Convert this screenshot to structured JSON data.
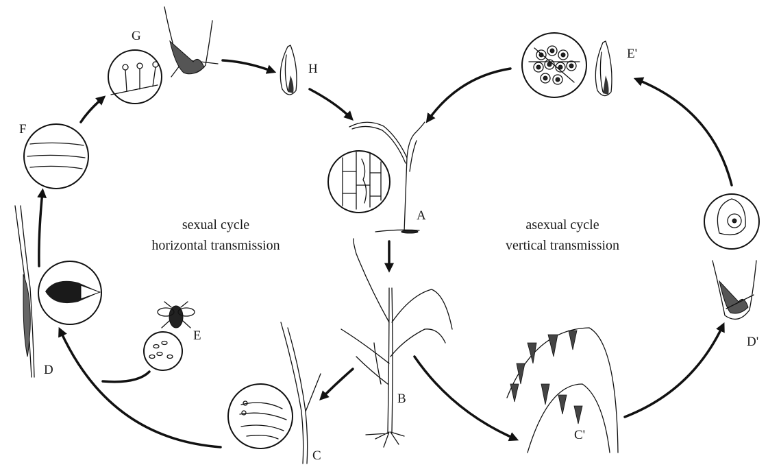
{
  "labels": {
    "A": "A",
    "B": "B",
    "C": "C",
    "D": "D",
    "E": "E",
    "F": "F",
    "G": "G",
    "H": "H",
    "C_prime": "C'",
    "D_prime": "D'",
    "E_prime": "E'"
  },
  "cycles": {
    "sexual_line1": "sexual cycle",
    "sexual_line2": "horizontal transmission",
    "asexual_line1": "asexual cycle",
    "asexual_line2": "vertical transmission"
  },
  "colors": {
    "ink": "#111111",
    "background": "#ffffff"
  }
}
